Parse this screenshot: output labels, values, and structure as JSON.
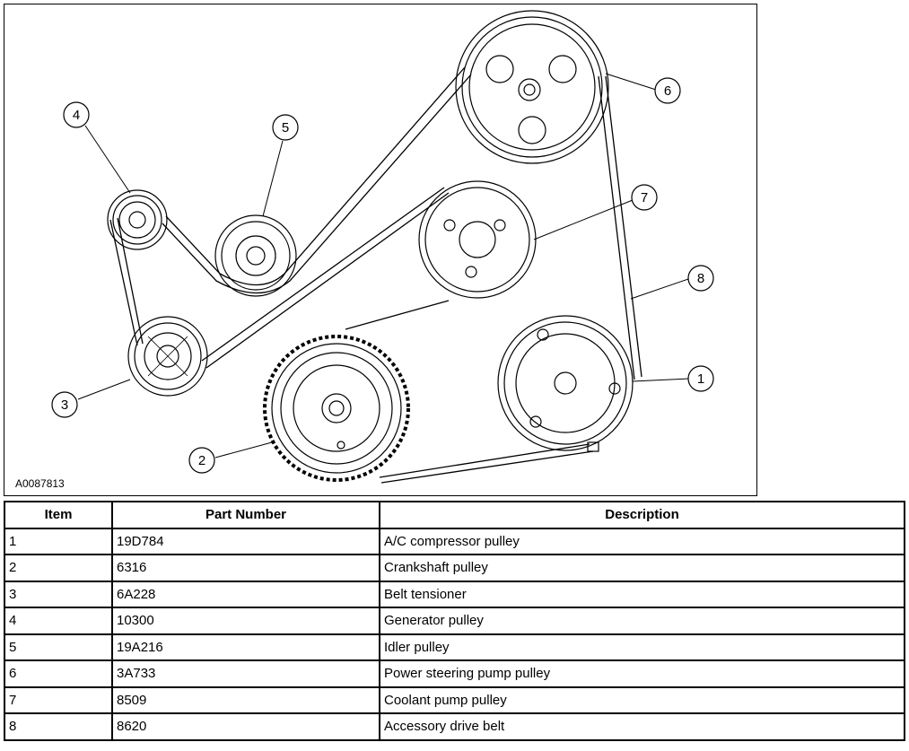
{
  "figure": {
    "id_label": "A0087813",
    "callouts": [
      "1",
      "2",
      "3",
      "4",
      "5",
      "6",
      "7",
      "8"
    ]
  },
  "table": {
    "headers": [
      "Item",
      "Part Number",
      "Description"
    ],
    "rows": [
      [
        "1",
        "19D784",
        "A/C compressor pulley"
      ],
      [
        "2",
        "6316",
        "Crankshaft pulley"
      ],
      [
        "3",
        "6A228",
        "Belt tensioner"
      ],
      [
        "4",
        "10300",
        "Generator pulley"
      ],
      [
        "5",
        "19A216",
        "Idler pulley"
      ],
      [
        "6",
        "3A733",
        "Power steering pump pulley"
      ],
      [
        "7",
        "8509",
        "Coolant pump pulley"
      ],
      [
        "8",
        "8620",
        "Accessory drive belt"
      ]
    ]
  }
}
